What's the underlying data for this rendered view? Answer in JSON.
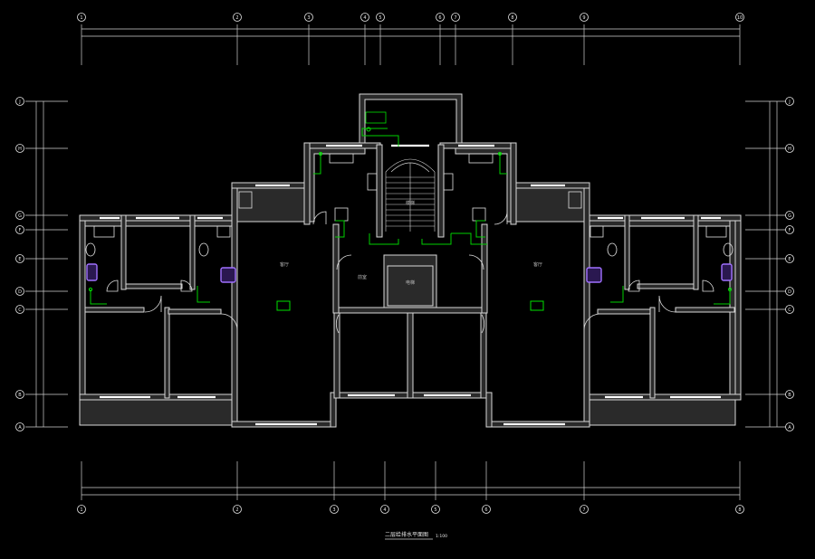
{
  "drawing": {
    "title": "二层给排水平面图",
    "scale": "1:100"
  },
  "axes": {
    "top": [
      "1",
      "2",
      "3",
      "4",
      "5",
      "6",
      "7",
      "8",
      "9",
      "10"
    ],
    "bottom": [
      "1",
      "2",
      "3",
      "4",
      "5",
      "6",
      "7",
      "8"
    ],
    "left": [
      "J",
      "H",
      "G",
      "F",
      "E",
      "D",
      "C",
      "B",
      "A"
    ],
    "right": [
      "J",
      "H",
      "G",
      "F",
      "E",
      "D",
      "C",
      "B",
      "A"
    ]
  },
  "rooms": {
    "living_left": "客厅",
    "living_right": "客厅",
    "hall": "前室",
    "shaft": "电梯",
    "stair": "楼梯"
  },
  "colors": {
    "background": "#000000",
    "wall": "#d8d8d8",
    "pipe": "#00d000",
    "fixture": "#a070ff"
  }
}
